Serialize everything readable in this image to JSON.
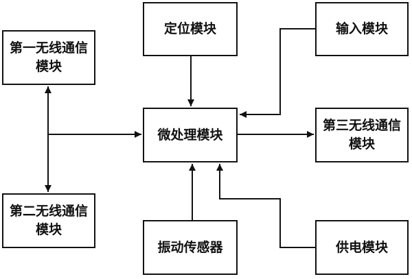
{
  "blocks": {
    "positioning": "定位模块",
    "input": "输入模块",
    "wireless1": "第一无线通信模块",
    "microprocessor": "微处理模块",
    "wireless3": "第三无线通信模块",
    "wireless2": "第二无线通信模块",
    "vibration_sensor": "振动传感器",
    "power": "供电模块"
  }
}
